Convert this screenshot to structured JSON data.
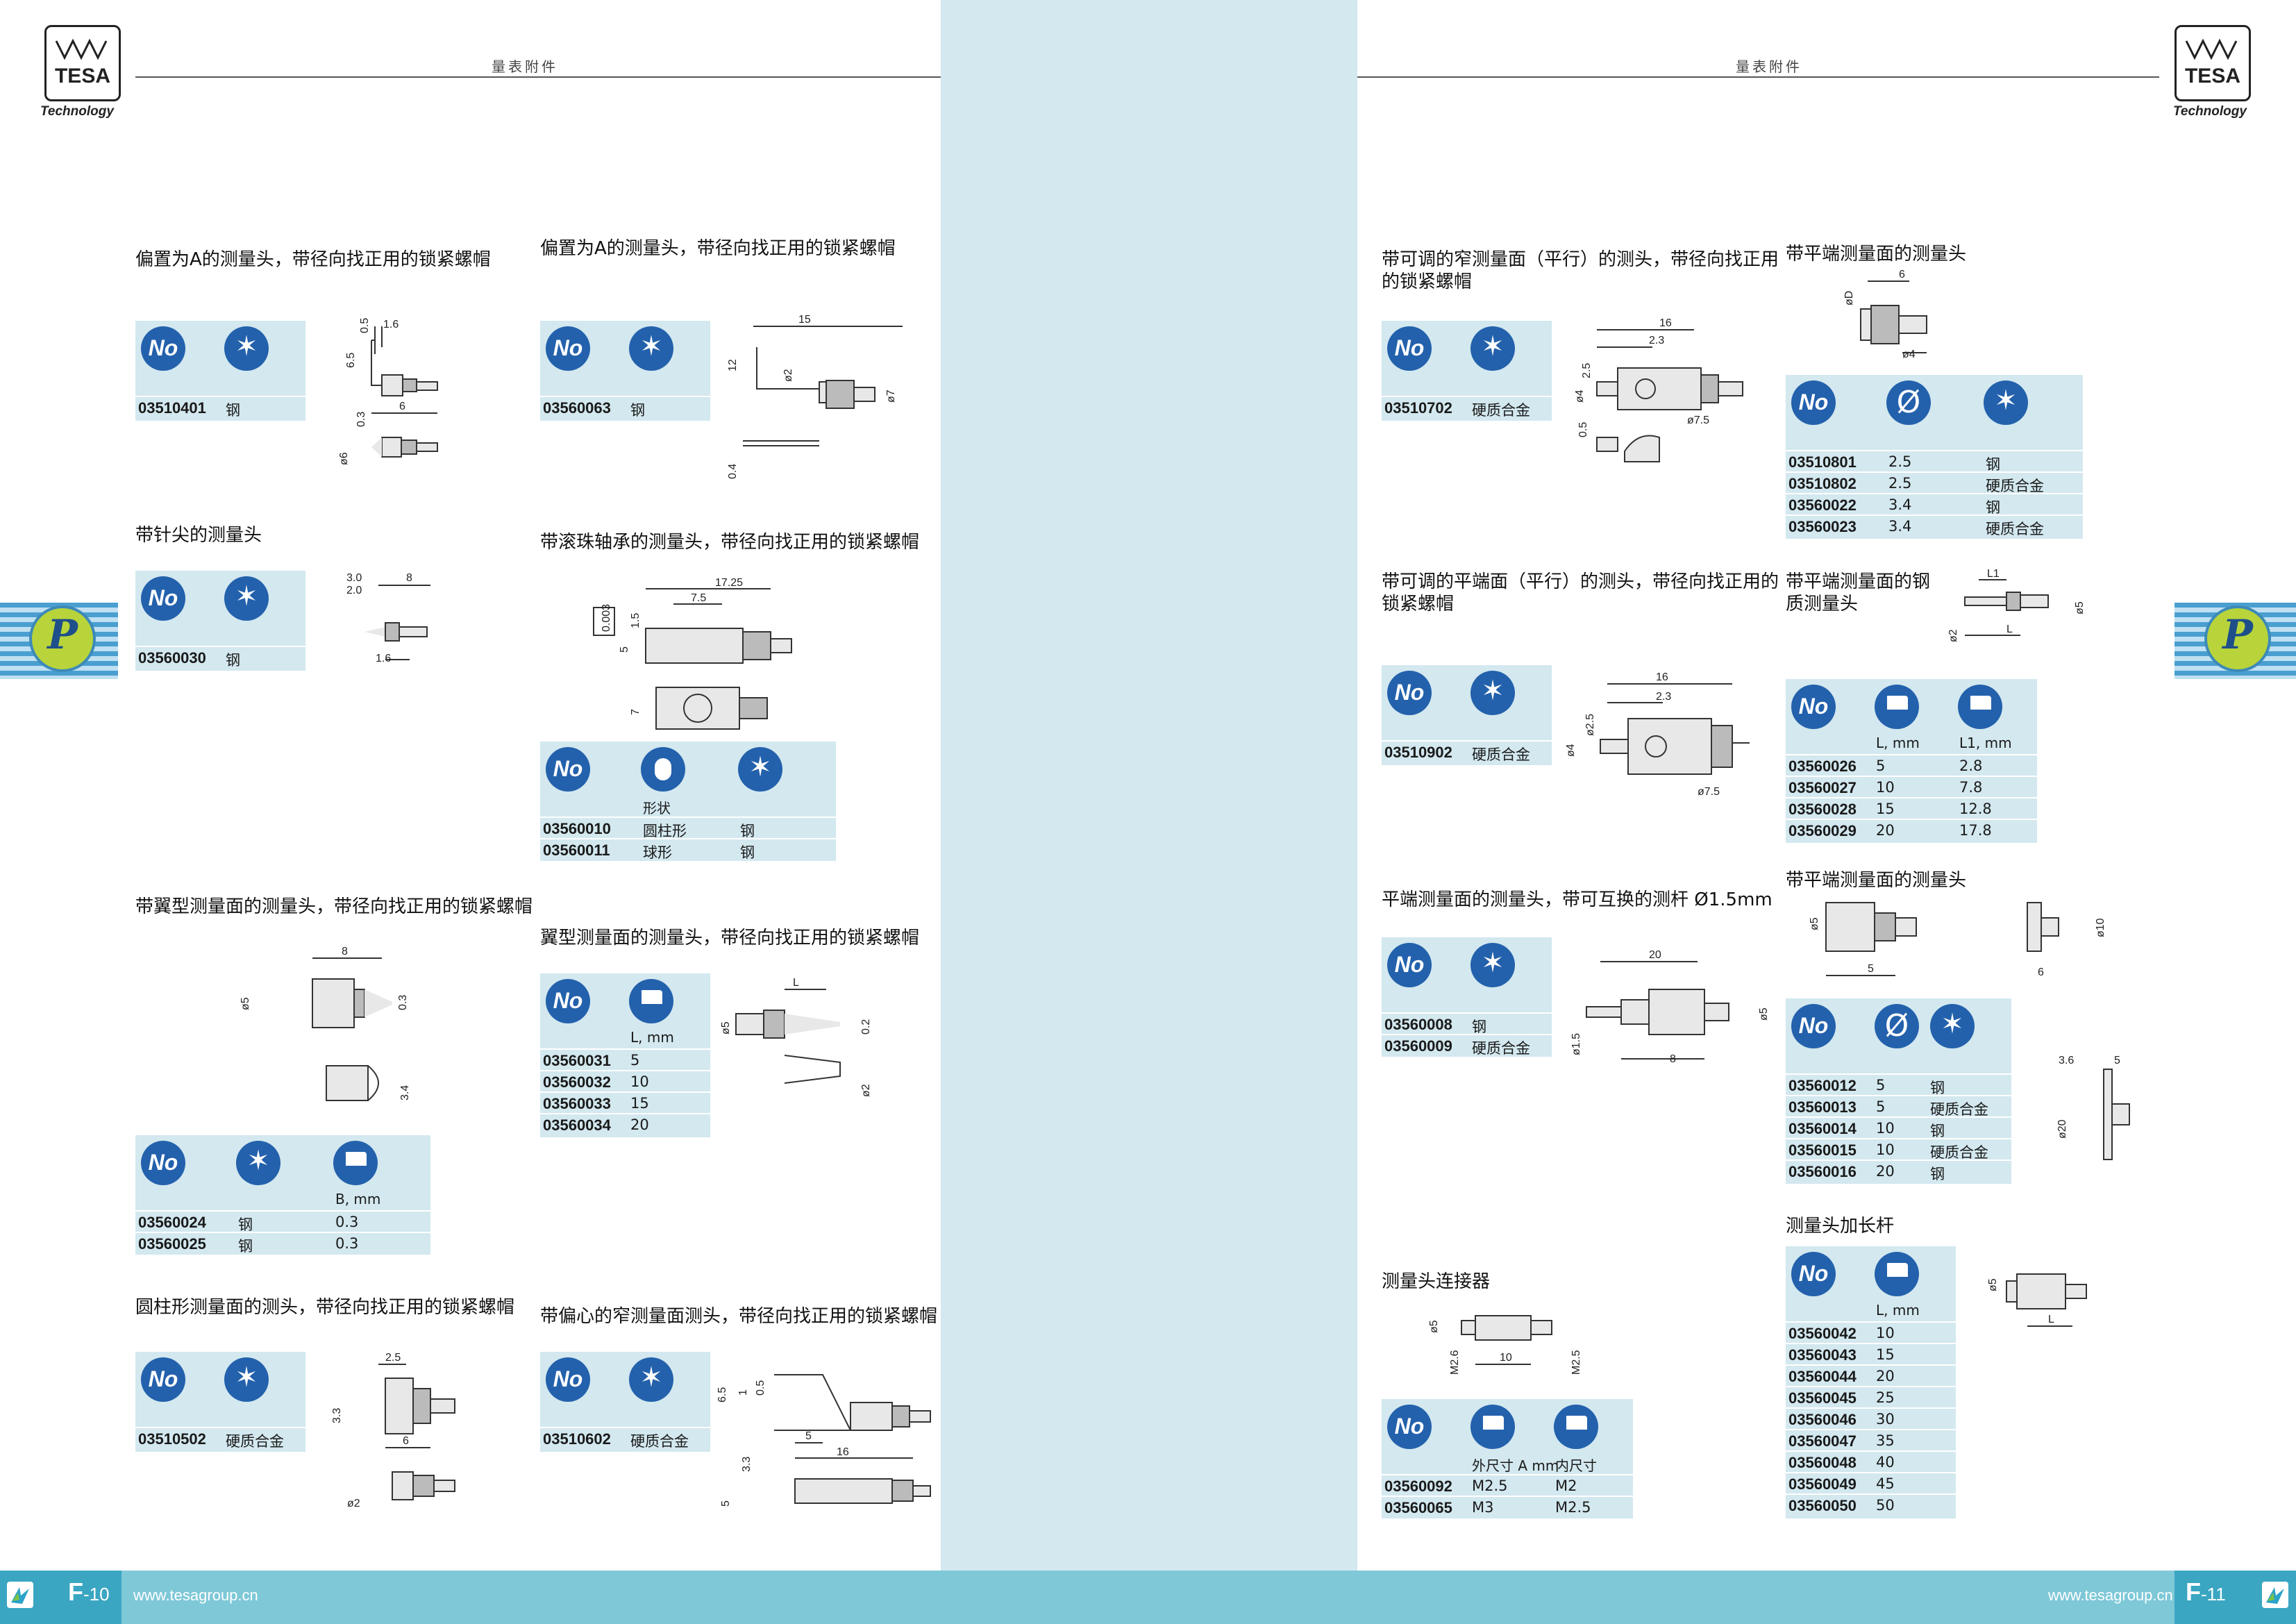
{
  "header": {
    "left_title": "量表附件",
    "right_title": "量表附件",
    "logo_brand": "TESA",
    "logo_sub": "Technology"
  },
  "footer": {
    "left_page_prefix": "F",
    "left_page_num": "-10",
    "right_page_prefix": "F",
    "right_page_num": "-11",
    "left_url": "www.tesagroup.cn",
    "right_url": "www.tesagroup.cn"
  },
  "side_tab": {
    "glyph": "P"
  },
  "sections": {
    "s1": {
      "title": "偏置为A的测量头，带径向找正用的锁紧螺帽",
      "rows": [
        [
          "03510401",
          "钢"
        ]
      ]
    },
    "s2": {
      "title": "偏置为A的测量头，带径向找正用的锁紧螺帽",
      "rows": [
        [
          "03560063",
          "钢"
        ]
      ]
    },
    "s3": {
      "title": "带针尖的测量头",
      "rows": [
        [
          "03560030",
          "钢"
        ]
      ]
    },
    "s4": {
      "title": "带滚珠轴承的测量头，带径向找正用的锁紧螺帽",
      "col_shape": "形状",
      "rows": [
        [
          "03560010",
          "圆柱形",
          "钢"
        ],
        [
          "03560011",
          "球形",
          "钢"
        ]
      ]
    },
    "s5": {
      "title": "带翼型测量面的测量头，带径向找正用的锁紧螺帽",
      "col_b": "B, mm",
      "rows": [
        [
          "03560024",
          "钢",
          "0.3"
        ],
        [
          "03560025",
          "钢",
          "0.3"
        ]
      ]
    },
    "s6": {
      "title": "翼型测量面的测量头，带径向找正用的锁紧螺帽",
      "col_l": "L, mm",
      "rows": [
        [
          "03560031",
          "5"
        ],
        [
          "03560032",
          "10"
        ],
        [
          "03560033",
          "15"
        ],
        [
          "03560034",
          "20"
        ]
      ]
    },
    "s7": {
      "title": "圆柱形测量面的测头，带径向找正用的锁紧螺帽",
      "rows": [
        [
          "03510502",
          "硬质合金"
        ]
      ]
    },
    "s8": {
      "title": "带偏心的窄测量面测头，带径向找正用的锁紧螺帽",
      "rows": [
        [
          "03510602",
          "硬质合金"
        ]
      ]
    },
    "s9": {
      "title": "带可调的窄测量面（平行）的测头，带径向找正用\n的锁紧螺帽",
      "rows": [
        [
          "03510702",
          "硬质合金"
        ]
      ]
    },
    "s10": {
      "title": "带平端测量面的测量头",
      "rows": [
        [
          "03510801",
          "2.5",
          "钢"
        ],
        [
          "03510802",
          "2.5",
          "硬质合金"
        ],
        [
          "03560022",
          "3.4",
          "钢"
        ],
        [
          "03560023",
          "3.4",
          "硬质合金"
        ]
      ]
    },
    "s11": {
      "title": "带可调的平端面（平行）的测头，带径向找正用的\n锁紧螺帽",
      "rows": [
        [
          "03510902",
          "硬质合金"
        ]
      ]
    },
    "s12": {
      "title": "带平端测量面的钢\n质测量头",
      "col_l": "L, mm",
      "col_l1": "L1, mm",
      "rows": [
        [
          "03560026",
          "5",
          "2.8"
        ],
        [
          "03560027",
          "10",
          "7.8"
        ],
        [
          "03560028",
          "15",
          "12.8"
        ],
        [
          "03560029",
          "20",
          "17.8"
        ]
      ]
    },
    "s13": {
      "title": "平端测量面的测量头，带可互换的测杆  Ø1.5mm",
      "rows": [
        [
          "03560008",
          "钢"
        ],
        [
          "03560009",
          "硬质合金"
        ]
      ]
    },
    "s14": {
      "title": "带平端测量面的测量头",
      "rows": [
        [
          "03560012",
          "5",
          "钢"
        ],
        [
          "03560013",
          "5",
          "硬质合金"
        ],
        [
          "03560014",
          "10",
          "钢"
        ],
        [
          "03560015",
          "10",
          "硬质合金"
        ],
        [
          "03560016",
          "20",
          "钢"
        ]
      ]
    },
    "s15": {
      "title": "测量头连接器",
      "col_a": "外尺寸 A mm",
      "col_b": "内尺寸",
      "rows": [
        [
          "03560092",
          "M2.5",
          "M2"
        ],
        [
          "03560065",
          "M3",
          "M2.5"
        ]
      ]
    },
    "s16": {
      "title": "测量头加长杆",
      "col_l": "L, mm",
      "rows": [
        [
          "03560042",
          "10"
        ],
        [
          "03560043",
          "15"
        ],
        [
          "03560044",
          "20"
        ],
        [
          "03560045",
          "25"
        ],
        [
          "03560046",
          "30"
        ],
        [
          "03560047",
          "35"
        ],
        [
          "03560048",
          "40"
        ],
        [
          "03560049",
          "45"
        ],
        [
          "03560050",
          "50"
        ]
      ]
    }
  },
  "dims": {
    "d1": [
      "0.5",
      "1.6",
      "6.5",
      "6",
      "0.3",
      "ø6"
    ],
    "d2": [
      "15",
      "12",
      "ø2",
      "ø7",
      "0.4"
    ],
    "d3": [
      "3.0",
      "2.0",
      "8",
      "1.6"
    ],
    "d4": [
      "17.25",
      "7.5",
      "0.003",
      "1.5",
      "5",
      "7"
    ],
    "d5": [
      "8",
      "ø5",
      "0.3",
      "3.4"
    ],
    "d6": [
      "L",
      "0.2",
      "ø5",
      "ø2"
    ],
    "d7": [
      "2.5",
      "3.3",
      "6",
      "ø2"
    ],
    "d8": [
      "6.5",
      "1",
      "0.5",
      "5",
      "16",
      "3.3",
      "5"
    ],
    "d9": [
      "16",
      "2.3",
      "2.5",
      "ø4",
      "ø7.5",
      "0.5"
    ],
    "d10": [
      "6",
      "øD",
      "ø4"
    ],
    "d11": [
      "16",
      "2.3",
      "ø2.5",
      "ø4",
      "ø7.5"
    ],
    "d12": [
      "L1",
      "ø5",
      "ø2",
      "L"
    ],
    "d13": [
      "20",
      "ø5",
      "ø1.5",
      "8"
    ],
    "d14": [
      "ø5",
      "5",
      "ø10",
      "6",
      "3.6",
      "5",
      "ø20"
    ],
    "d15": [
      "ø5",
      "M2.6",
      "10",
      "M2.5"
    ],
    "d16": [
      "ø5",
      "L"
    ]
  }
}
